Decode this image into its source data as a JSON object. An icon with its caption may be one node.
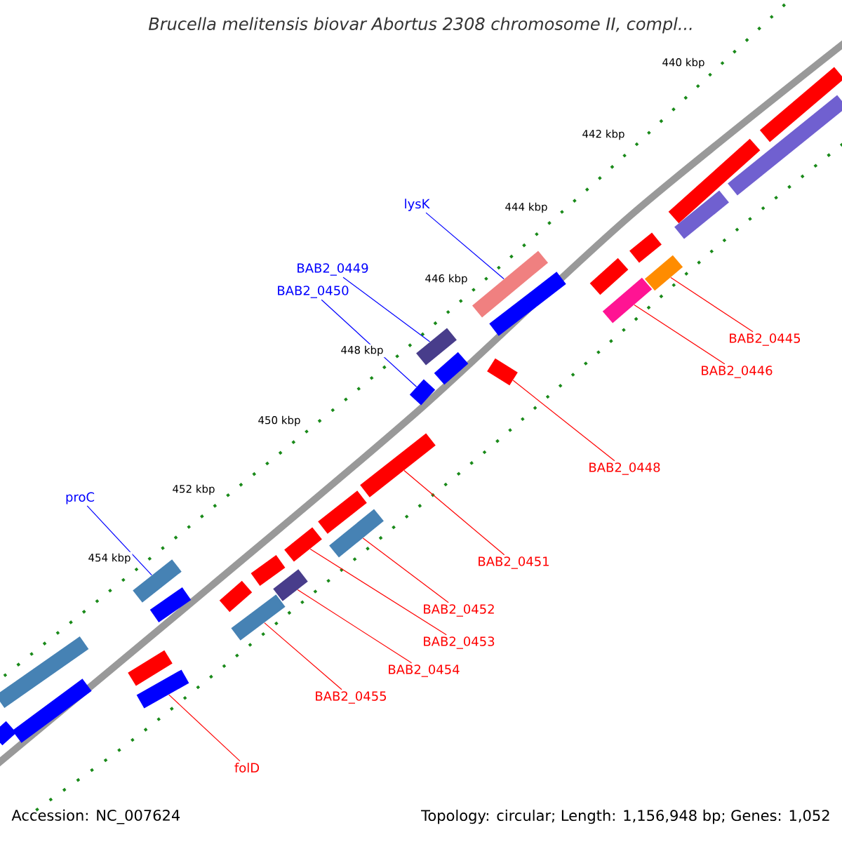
{
  "diagram": {
    "title": "Brucella melitensis biovar Abortus 2308 chromosome II, compl...",
    "nodes": [
      {
        "text": [
          "lysK"
        ]
      },
      {
        "text": [
          "BAB2_0449"
        ]
      },
      {
        "text": [
          "BAB2_0450"
        ]
      },
      {
        "text": [
          "BAB2_0445"
        ]
      },
      {
        "text": [
          "BAB2_0446"
        ]
      },
      {
        "text": [
          "BAB2_0448"
        ]
      },
      {
        "text": [
          "proC"
        ]
      },
      {
        "text": [
          "BAB2_0451"
        ]
      },
      {
        "text": [
          "BAB2_0452"
        ]
      },
      {
        "text": [
          "BAB2_0453"
        ]
      },
      {
        "text": [
          "BAB2_0454"
        ]
      },
      {
        "text": [
          "BAB2_0455"
        ]
      },
      {
        "text": [
          "folD"
        ]
      },
      {
        "text": [],
        "shape": "bar"
      },
      {
        "text": [],
        "shape": "bar"
      },
      {
        "text": [],
        "shape": "bar"
      },
      {
        "text": [],
        "shape": "bar"
      },
      {
        "text": [],
        "shape": "bar"
      },
      {
        "text": [],
        "shape": "bar"
      },
      {
        "text": [],
        "shape": "bar"
      },
      {
        "text": [],
        "shape": "bar"
      },
      {
        "text": [],
        "shape": "bar"
      },
      {
        "text": [],
        "shape": "bar"
      },
      {
        "text": [],
        "shape": "bar"
      },
      {
        "text": [],
        "shape": "bar"
      },
      {
        "text": [],
        "shape": "bar"
      }
    ],
    "edges": [
      {
        "from": 0,
        "to": 13,
        "arrow": "none",
        "color": "#0000ff"
      },
      {
        "from": 1,
        "to": 14,
        "arrow": "none",
        "color": "#0000ff"
      },
      {
        "from": 2,
        "to": 15,
        "arrow": "none",
        "color": "#0000ff"
      },
      {
        "from": 3,
        "to": 16,
        "arrow": "none"
      },
      {
        "from": 4,
        "to": 17,
        "arrow": "none"
      },
      {
        "from": 5,
        "to": 18,
        "arrow": "none"
      },
      {
        "from": 6,
        "to": 19,
        "arrow": "none",
        "color": "#0000ff"
      },
      {
        "from": 7,
        "to": 20,
        "arrow": "none"
      },
      {
        "from": 8,
        "to": 21,
        "arrow": "none"
      },
      {
        "from": 9,
        "to": 22,
        "arrow": "none"
      },
      {
        "from": 10,
        "to": 23,
        "arrow": "none"
      },
      {
        "from": 11,
        "to": 24,
        "arrow": "none"
      },
      {
        "from": 12,
        "to": 25,
        "arrow": "none"
      }
    ],
    "labels": [
      "440 kbp",
      "442 kbp",
      "444 kbp",
      "446 kbp",
      "448 kbp",
      "450 kbp",
      "452 kbp",
      "454 kbp",
      "Accession: NC_007624",
      "Topology: circular; Length: 1,156,948 bp; Genes: 1,052"
    ]
  }
}
